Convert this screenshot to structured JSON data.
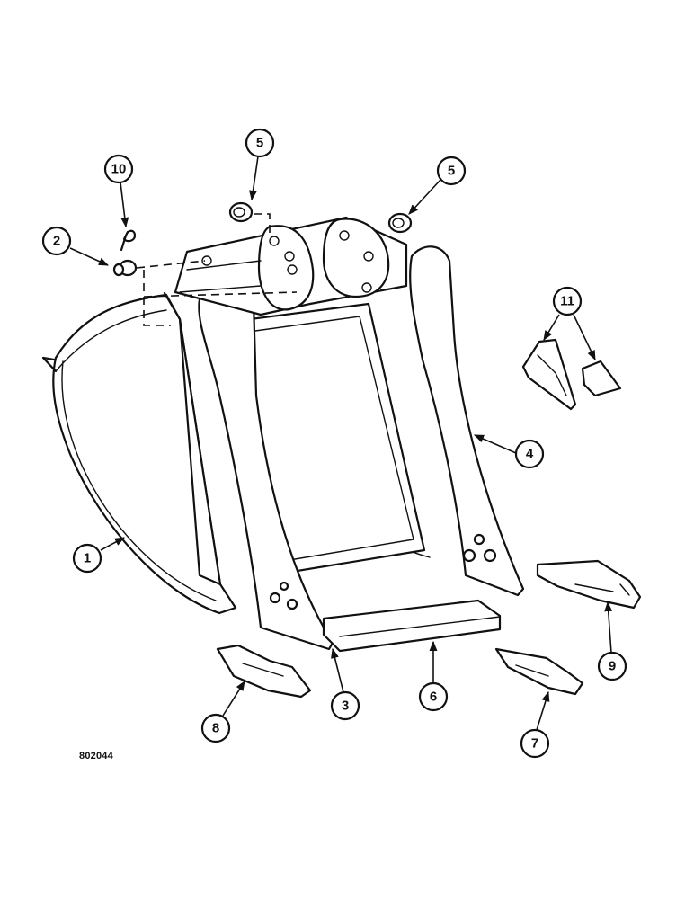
{
  "figure_number": "802044",
  "callouts": {
    "c1": "1",
    "c2": "2",
    "c3": "3",
    "c4": "4",
    "c5a": "5",
    "c5b": "5",
    "c6": "6",
    "c7": "7",
    "c8": "8",
    "c9": "9",
    "c10": "10",
    "c11": "11"
  }
}
